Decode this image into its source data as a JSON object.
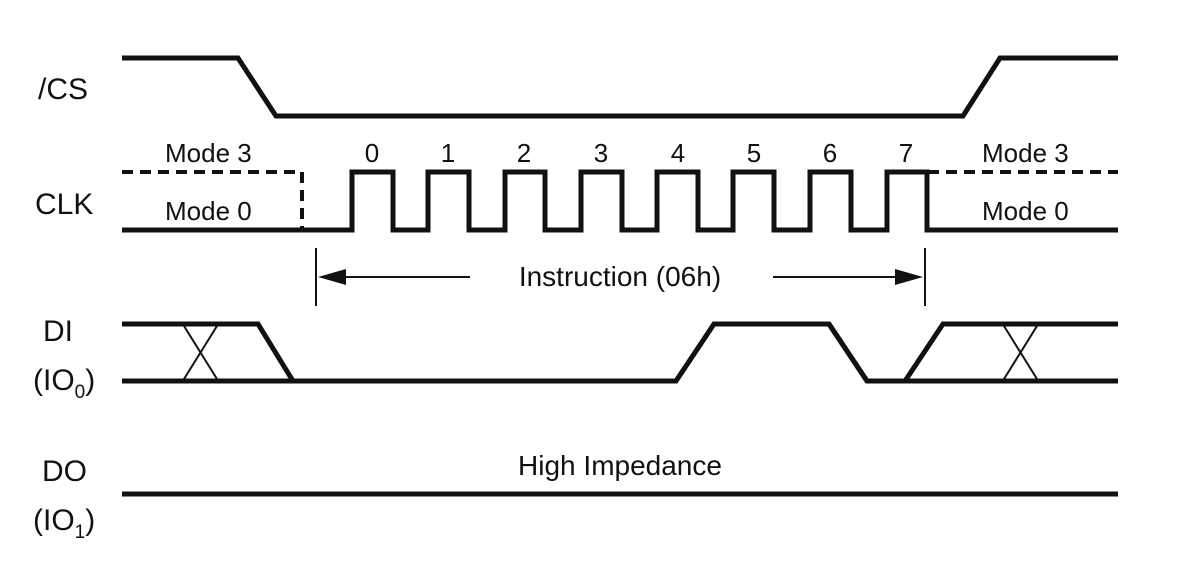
{
  "signals": {
    "cs": {
      "label": "/CS"
    },
    "clk": {
      "label": "CLK"
    },
    "di": {
      "label": "DI",
      "sub_prefix": "(IO",
      "sub_index": "0",
      "sub_suffix": ")"
    },
    "do": {
      "label": "DO",
      "sub_prefix": "(IO",
      "sub_index": "1",
      "sub_suffix": ")"
    }
  },
  "clock_numbers": [
    "0",
    "1",
    "2",
    "3",
    "4",
    "5",
    "6",
    "7"
  ],
  "modes": {
    "left_top": "Mode 3",
    "left_bottom": "Mode 0",
    "right_top": "Mode 3",
    "right_bottom": "Mode 0"
  },
  "instruction_label": "Instruction (06h)",
  "do_state_label": "High Impedance"
}
